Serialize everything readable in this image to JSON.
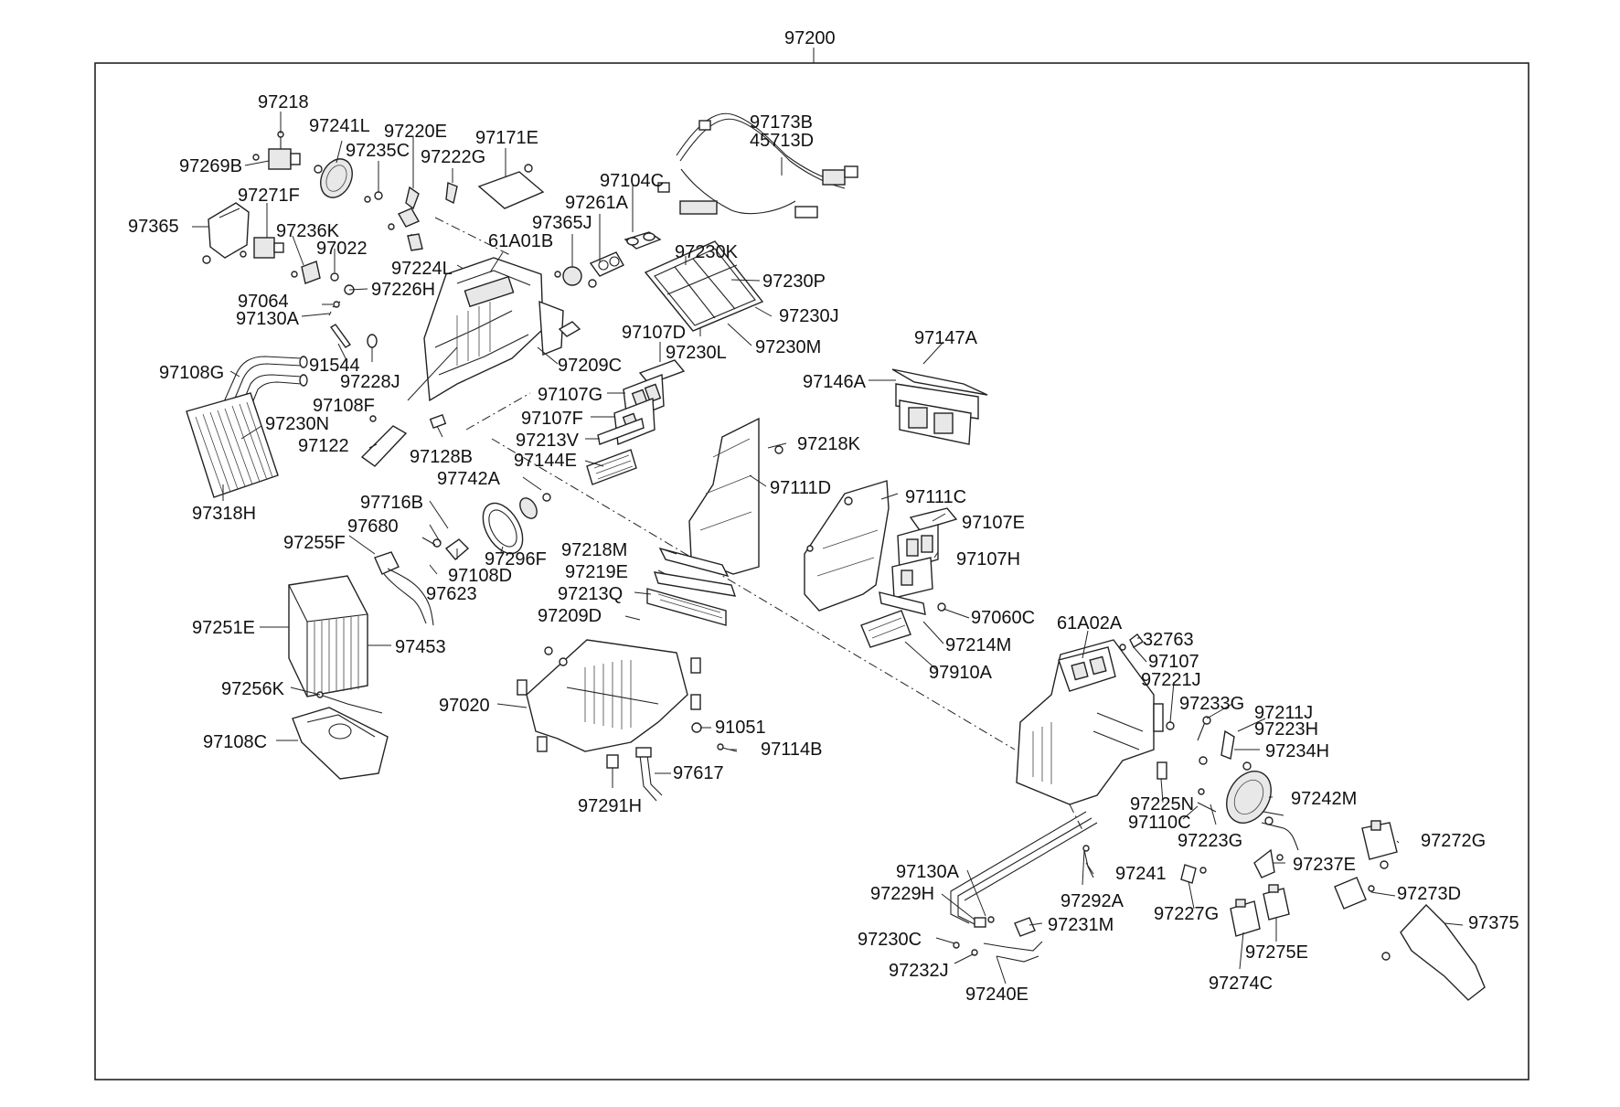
{
  "assembly": {
    "number": "97200"
  },
  "labels": {
    "l97218": "97218",
    "l97241L": "97241L",
    "l97220E": "97220E",
    "l97171E": "97171E",
    "l97269B": "97269B",
    "l97235C": "97235C",
    "l97222G": "97222G",
    "l97173B": "97173B",
    "l45713D": "45713D",
    "l97104C": "97104C",
    "l97271F": "97271F",
    "l97261A": "97261A",
    "l97365": "97365",
    "l97365J": "97365J",
    "l97236K": "97236K",
    "l97022": "97022",
    "l97224L": "97224L",
    "l61A01B": "61A01B",
    "l97230K": "97230K",
    "l97230P": "97230P",
    "l97226H": "97226H",
    "l97064": "97064",
    "l97130A": "97130A",
    "l97230J": "97230J",
    "l97230L": "97230L",
    "l97230M": "97230M",
    "l97107D": "97107D",
    "l97147A": "97147A",
    "l91544": "91544",
    "l97228J": "97228J",
    "l97209C": "97209C",
    "l97108G": "97108G",
    "l97146A": "97146A",
    "l97107G": "97107G",
    "l97108F": "97108F",
    "l97107F": "97107F",
    "l97230N": "97230N",
    "l97213V": "97213V",
    "l97218K": "97218K",
    "l97122": "97122",
    "l97128B": "97128B",
    "l97144E": "97144E",
    "l97742A": "97742A",
    "l97111D": "97111D",
    "l97318H": "97318H",
    "l97716B": "97716B",
    "l97111C": "97111C",
    "l97680": "97680",
    "l97107E": "97107E",
    "l97255F": "97255F",
    "l97218M": "97218M",
    "l97296F": "97296F",
    "l97219E": "97219E",
    "l97108D": "97108D",
    "l97107H": "97107H",
    "l97623": "97623",
    "l97213Q": "97213Q",
    "l97060C": "97060C",
    "l97209D": "97209D",
    "l97251E": "97251E",
    "l61A02A": "61A02A",
    "l32763": "32763",
    "l97453": "97453",
    "l97214M": "97214M",
    "l97107": "97107",
    "l97910A": "97910A",
    "l97221J": "97221J",
    "l97256K": "97256K",
    "l97233G": "97233G",
    "l97211J": "97211J",
    "l97020": "97020",
    "l91051": "91051",
    "l97223H": "97223H",
    "l97108C": "97108C",
    "l97114B": "97114B",
    "l97234H": "97234H",
    "l97617": "97617",
    "l97225N": "97225N",
    "l97242M": "97242M",
    "l97291H": "97291H",
    "l97110C": "97110C",
    "l97223G": "97223G",
    "l97272G": "97272G",
    "l97130A2": "97130A",
    "l97237E": "97237E",
    "l97241": "97241",
    "l97229H": "97229H",
    "l97292A": "97292A",
    "l97273D": "97273D",
    "l97227G": "97227G",
    "l97231M": "97231M",
    "l97375": "97375",
    "l97230C": "97230C",
    "l97275E": "97275E",
    "l97232J": "97232J",
    "l97274C": "97274C",
    "l97240E": "97240E"
  }
}
